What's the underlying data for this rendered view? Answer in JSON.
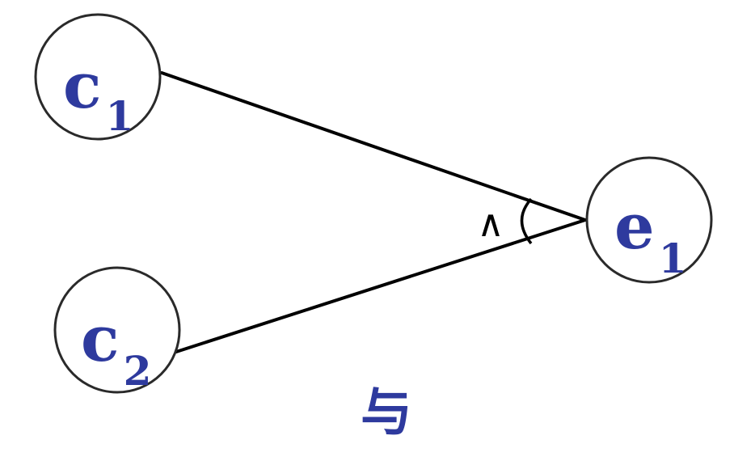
{
  "diagram": {
    "colors": {
      "label": "#2e3a9e",
      "line": "#000000",
      "circle_stroke": "#2a2a2a"
    },
    "nodes": {
      "c1": {
        "main": "c",
        "sub": "1"
      },
      "c2": {
        "main": "c",
        "sub": "2"
      },
      "e1": {
        "main": "e",
        "sub": "1"
      }
    },
    "operator": "∧",
    "caption": "与"
  }
}
